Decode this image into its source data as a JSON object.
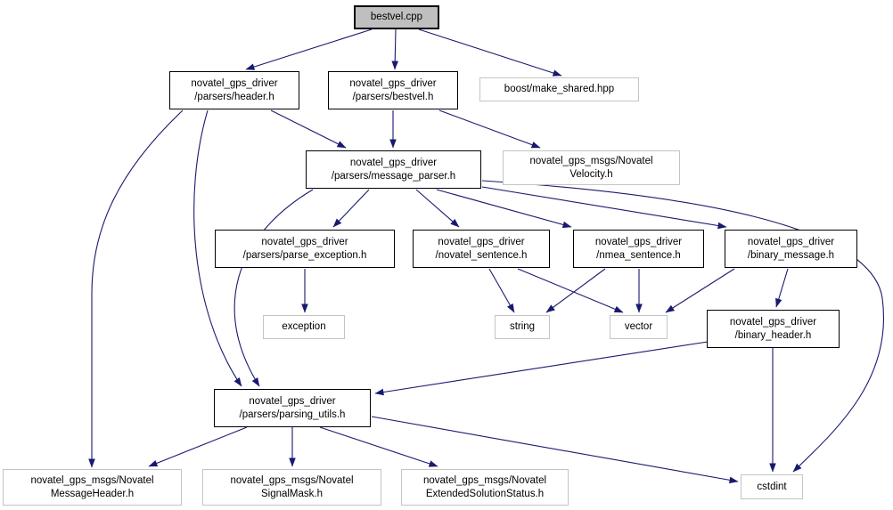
{
  "diagram": {
    "type": "include-dependency-graph",
    "focus_file": "bestvel.cpp",
    "colors": {
      "edge": "#191970",
      "focus_node_fill": "#bfbfbf",
      "internal_node_border": "#000000",
      "external_node_border": "#c4c4c4",
      "node_fill": "#ffffff",
      "text": "#000000"
    },
    "nodes": {
      "bestvel_cpp": {
        "label": "bestvel.cpp",
        "type": "focus"
      },
      "header_h": {
        "label": "novatel_gps_driver\n/parsers/header.h",
        "type": "internal"
      },
      "bestvel_h": {
        "label": "novatel_gps_driver\n/parsers/bestvel.h",
        "type": "internal"
      },
      "boost_make_shared_hpp": {
        "label": "boost/make_shared.hpp",
        "type": "external"
      },
      "message_parser_h": {
        "label": "novatel_gps_driver\n/parsers/message_parser.h",
        "type": "internal"
      },
      "novatel_velocity_h": {
        "label": "novatel_gps_msgs/Novatel\nVelocity.h",
        "type": "external"
      },
      "parse_exception_h": {
        "label": "novatel_gps_driver\n/parsers/parse_exception.h",
        "type": "internal"
      },
      "novatel_sentence_h": {
        "label": "novatel_gps_driver\n/novatel_sentence.h",
        "type": "internal"
      },
      "nmea_sentence_h": {
        "label": "novatel_gps_driver\n/nmea_sentence.h",
        "type": "internal"
      },
      "binary_message_h": {
        "label": "novatel_gps_driver\n/binary_message.h",
        "type": "internal"
      },
      "exception": {
        "label": "exception",
        "type": "external"
      },
      "string": {
        "label": "string",
        "type": "external"
      },
      "vector": {
        "label": "vector",
        "type": "external"
      },
      "binary_header_h": {
        "label": "novatel_gps_driver\n/binary_header.h",
        "type": "internal"
      },
      "parsing_utils_h": {
        "label": "novatel_gps_driver\n/parsers/parsing_utils.h",
        "type": "internal"
      },
      "novatel_message_header_h": {
        "label": "novatel_gps_msgs/Novatel\nMessageHeader.h",
        "type": "external"
      },
      "novatel_signal_mask_h": {
        "label": "novatel_gps_msgs/Novatel\nSignalMask.h",
        "type": "external"
      },
      "novatel_extended_solution_status_h": {
        "label": "novatel_gps_msgs/Novatel\nExtendedSolutionStatus.h",
        "type": "external"
      },
      "cstdint": {
        "label": "cstdint",
        "type": "external"
      }
    },
    "edges": [
      {
        "from": "bestvel_cpp",
        "to": "header_h"
      },
      {
        "from": "bestvel_cpp",
        "to": "bestvel_h"
      },
      {
        "from": "bestvel_cpp",
        "to": "boost_make_shared_hpp"
      },
      {
        "from": "header_h",
        "to": "message_parser_h"
      },
      {
        "from": "header_h",
        "to": "parsing_utils_h"
      },
      {
        "from": "header_h",
        "to": "novatel_message_header_h"
      },
      {
        "from": "bestvel_h",
        "to": "message_parser_h"
      },
      {
        "from": "bestvel_h",
        "to": "novatel_velocity_h"
      },
      {
        "from": "message_parser_h",
        "to": "parse_exception_h"
      },
      {
        "from": "message_parser_h",
        "to": "novatel_sentence_h"
      },
      {
        "from": "message_parser_h",
        "to": "nmea_sentence_h"
      },
      {
        "from": "message_parser_h",
        "to": "binary_message_h"
      },
      {
        "from": "message_parser_h",
        "to": "parsing_utils_h"
      },
      {
        "from": "message_parser_h",
        "to": "cstdint"
      },
      {
        "from": "parse_exception_h",
        "to": "exception"
      },
      {
        "from": "novatel_sentence_h",
        "to": "string"
      },
      {
        "from": "novatel_sentence_h",
        "to": "vector"
      },
      {
        "from": "nmea_sentence_h",
        "to": "string"
      },
      {
        "from": "nmea_sentence_h",
        "to": "vector"
      },
      {
        "from": "binary_message_h",
        "to": "vector"
      },
      {
        "from": "binary_message_h",
        "to": "binary_header_h"
      },
      {
        "from": "binary_header_h",
        "to": "parsing_utils_h"
      },
      {
        "from": "binary_header_h",
        "to": "cstdint"
      },
      {
        "from": "parsing_utils_h",
        "to": "novatel_message_header_h"
      },
      {
        "from": "parsing_utils_h",
        "to": "novatel_signal_mask_h"
      },
      {
        "from": "parsing_utils_h",
        "to": "novatel_extended_solution_status_h"
      },
      {
        "from": "parsing_utils_h",
        "to": "cstdint"
      }
    ]
  }
}
